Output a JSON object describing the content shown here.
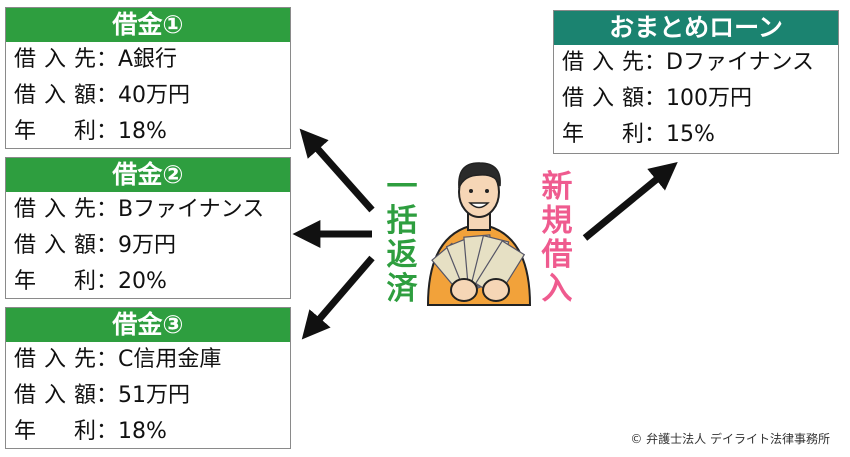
{
  "loans": [
    {
      "title": "借金①",
      "rows": [
        {
          "label": "借入先",
          "value": "A銀行"
        },
        {
          "label": "借入額",
          "value": "40万円"
        },
        {
          "label": "年　利",
          "value": "18%"
        }
      ]
    },
    {
      "title": "借金②",
      "rows": [
        {
          "label": "借入先",
          "value": "Bファイナンス"
        },
        {
          "label": "借入額",
          "value": "9万円"
        },
        {
          "label": "年　利",
          "value": "20%"
        }
      ]
    },
    {
      "title": "借金③",
      "rows": [
        {
          "label": "借入先",
          "value": "C信用金庫"
        },
        {
          "label": "借入額",
          "value": "51万円"
        },
        {
          "label": "年　利",
          "value": "18%"
        }
      ]
    }
  ],
  "consolidation": {
    "title": "おまとめローン",
    "rows": [
      {
        "label": "借入先",
        "value": "Dファイナンス"
      },
      {
        "label": "借入額",
        "value": "100万円"
      },
      {
        "label": "年　利",
        "value": "15%"
      }
    ]
  },
  "separator": "：",
  "lump_sum_label": "一括返済",
  "new_loan_label": "新規借入",
  "credit": "© 弁護士法人 デイライト法律事務所",
  "colors": {
    "loan_header": "#2e9e3f",
    "consolidation_header": "#1b8370",
    "lump_sum_text": "#2e9e3f",
    "new_loan_text": "#ef5b8f",
    "arrow": "#111111"
  }
}
